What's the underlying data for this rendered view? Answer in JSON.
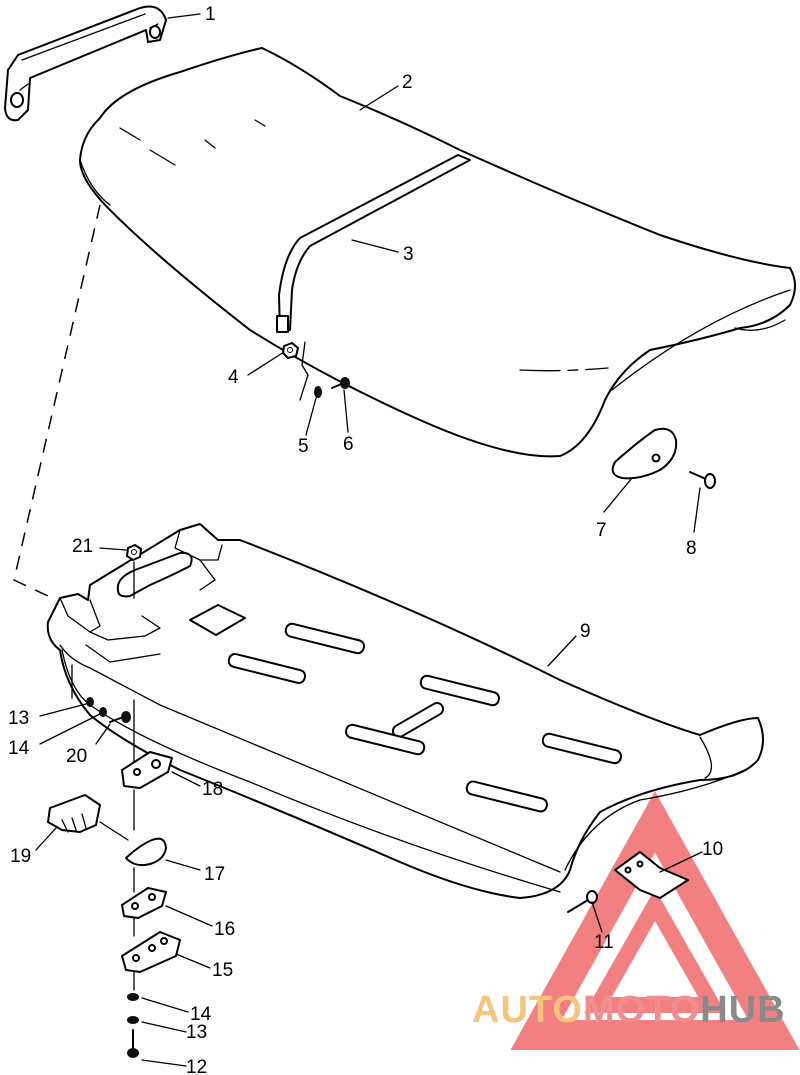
{
  "callouts": [
    {
      "label": "1"
    },
    {
      "label": "2"
    },
    {
      "label": "3"
    },
    {
      "label": "4"
    },
    {
      "label": "5"
    },
    {
      "label": "6"
    },
    {
      "label": "7"
    },
    {
      "label": "8"
    },
    {
      "label": "9"
    },
    {
      "label": "10"
    },
    {
      "label": "11"
    },
    {
      "label": "12"
    },
    {
      "label": "13"
    },
    {
      "label": "14"
    },
    {
      "label": "15"
    },
    {
      "label": "16"
    },
    {
      "label": "17"
    },
    {
      "label": "18"
    },
    {
      "label": "19"
    },
    {
      "label": "20"
    },
    {
      "label": "21"
    },
    {
      "label": "13"
    },
    {
      "label": "14"
    }
  ],
  "watermark": {
    "text_part1": "AUTO",
    "text_part2": "MOTO",
    "text_part3": "HUB",
    "color_part1": "#f6c47a",
    "color_part2": "#f08d8d",
    "color_part3": "#8a8a8a",
    "triangle_color": "#f06a6a"
  }
}
